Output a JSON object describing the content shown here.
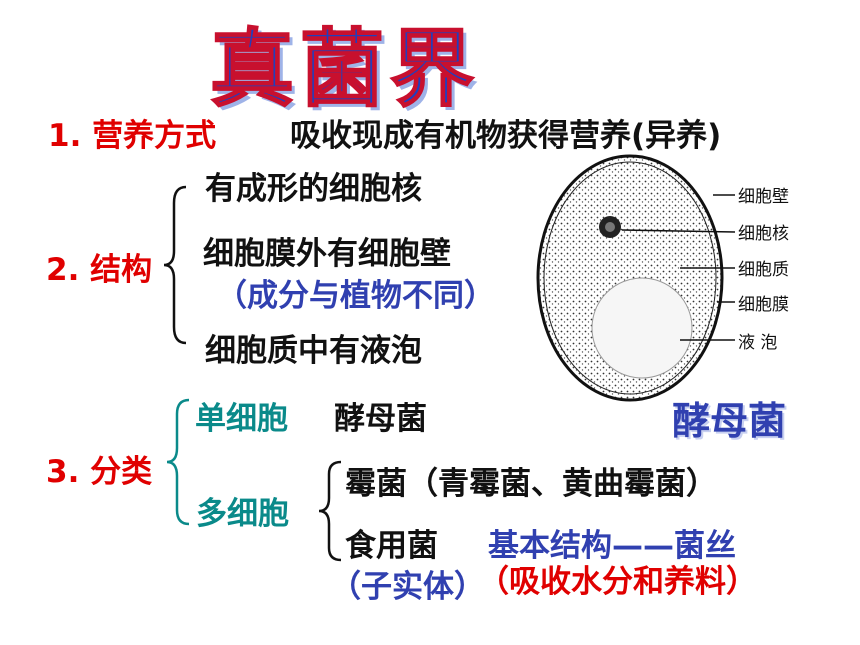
{
  "title": "真菌界",
  "section1": {
    "label": "1. 营养方式",
    "text": "吸收现成有机物获得营养(异养)"
  },
  "section2": {
    "label": "2. 结构",
    "items": [
      "有成形的细胞核",
      "细胞膜外有细胞壁",
      "（成分与植物不同）",
      "细胞质中有液泡"
    ]
  },
  "figure": {
    "labels": [
      "细胞壁",
      "细胞核",
      "细胞质",
      "细胞膜",
      "液  泡"
    ],
    "caption": "酵母菌"
  },
  "section3": {
    "label": "3. 分类",
    "single_label": "单细胞",
    "single_example": "酵母菌",
    "multi_label": "多细胞",
    "mold": "霉菌（青霉菌、黄曲霉菌）",
    "edible": "食用菌",
    "fruit_body": "（子实体）",
    "structure": "基本结构——菌丝",
    "absorb": "（吸收水分和养料）"
  },
  "colors": {
    "title_fill": "#1f3fbf",
    "title_outline": "#c8102e",
    "label": "#e00000",
    "teal": "#0a8a8a",
    "blue": "#3040b0"
  }
}
